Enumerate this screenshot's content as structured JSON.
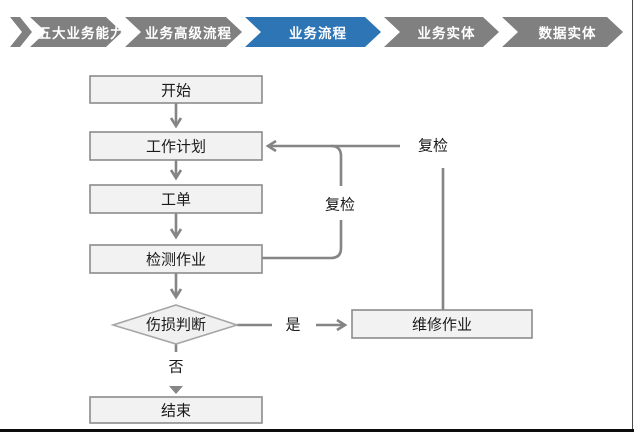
{
  "nav": {
    "active_color": "#2E75B6",
    "inactive_color": "#808080",
    "items": [
      {
        "label": "五大业务能力",
        "active": false
      },
      {
        "label": "业务高级流程",
        "active": false
      },
      {
        "label": "业务流程",
        "active": true
      },
      {
        "label": "业务实体",
        "active": false
      },
      {
        "label": "数据实体",
        "active": false
      }
    ]
  },
  "flowchart": {
    "nodes": [
      {
        "id": "start",
        "label": "开始",
        "type": "process"
      },
      {
        "id": "work-plan",
        "label": "工作计划",
        "type": "process"
      },
      {
        "id": "work-order",
        "label": "工单",
        "type": "process"
      },
      {
        "id": "inspection-job",
        "label": "检测作业",
        "type": "process"
      },
      {
        "id": "damage-decision",
        "label": "伤损判断",
        "type": "decision"
      },
      {
        "id": "repair-job",
        "label": "维修作业",
        "type": "process"
      },
      {
        "id": "end",
        "label": "结束",
        "type": "process"
      }
    ],
    "edge_labels": {
      "recheck_mid": "复检",
      "recheck_top": "复检",
      "yes": "是",
      "no": "否"
    },
    "colors": {
      "connector": "#858585",
      "node_fill": "#f2f2f2",
      "node_border": "#8c8c8c",
      "nav_active": "#2E75B6",
      "nav_inactive": "#808080"
    }
  }
}
